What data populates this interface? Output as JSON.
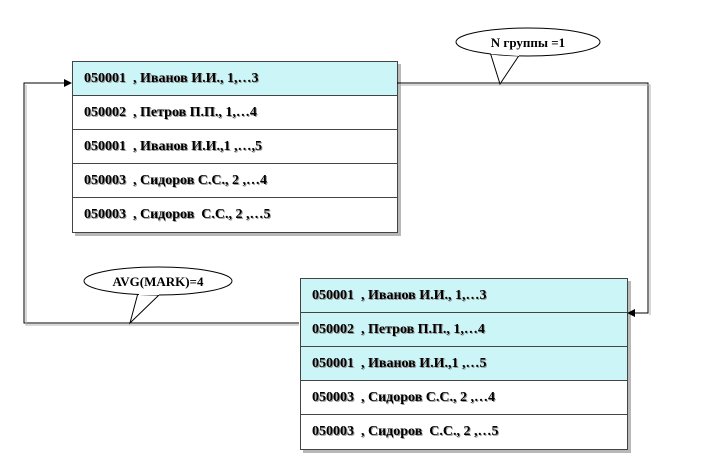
{
  "top_table": {
    "rows": [
      {
        "text": "050001  , Иванов И.И., 1,…3",
        "highlighted": true
      },
      {
        "text": "050002  , Петров П.П., 1,…4",
        "highlighted": false
      },
      {
        "text": "050001  , Иванов И.И.,1 ,…,5",
        "highlighted": false
      },
      {
        "text": "050003  , Сидоров С.С., 2 ,…4",
        "highlighted": false
      },
      {
        "text": "050003  , Сидоров  С.С., 2 ,…5",
        "highlighted": false
      }
    ]
  },
  "bottom_table": {
    "rows": [
      {
        "text": "050001  , Иванов И.И., 1,…3",
        "highlighted": true
      },
      {
        "text": "050002  , Петров П.П., 1,…4",
        "highlighted": true
      },
      {
        "text": "050001  , Иванов И.И.,1 ,…5",
        "highlighted": true
      },
      {
        "text": "050003  , Сидоров С.С., 2 ,…4",
        "highlighted": false
      },
      {
        "text": "050003  , Сидоров  С.С., 2 ,…5",
        "highlighted": false
      }
    ]
  },
  "callouts": {
    "group_count": "N группы =1",
    "avg_mark": "AVG(MARK)=4"
  },
  "colors": {
    "highlight": "#ccf5f7",
    "border": "#444444",
    "shadow": "#b8b8b8"
  }
}
